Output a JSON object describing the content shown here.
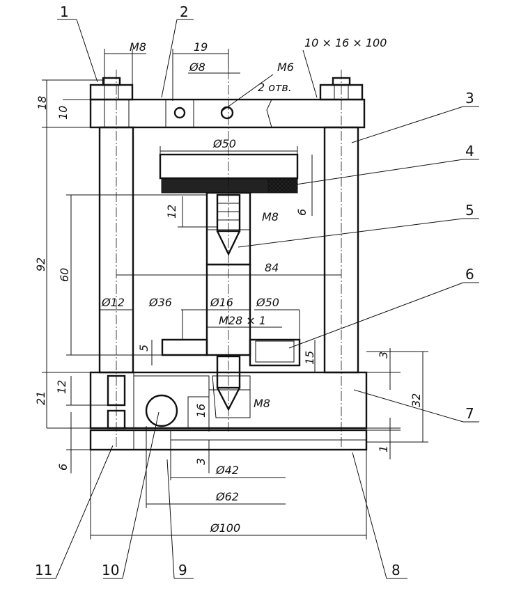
{
  "parts": [
    "1",
    "2",
    "3",
    "4",
    "5",
    "6",
    "7",
    "8",
    "9",
    "10",
    "11"
  ],
  "dimensions": {
    "thread_top": "M8",
    "d19": "19",
    "d8": "Ø8",
    "m6": "M6",
    "holes": "2 отв.",
    "bar": "10 × 16 × 100",
    "d18": "18",
    "d10": "10",
    "d50_top": "Ø50",
    "d12_left": "12",
    "thread_mid": "M8",
    "d6_right": "6",
    "d92": "92",
    "d60": "60",
    "d84": "84",
    "d12_dia": "Ø12",
    "d36": "Ø36",
    "d16_dia": "Ø16",
    "d50_low": "Ø50",
    "m28": "M28 × 1",
    "d5": "5",
    "d15": "15",
    "d3_right": "3",
    "d32": "32",
    "d12_low": "12",
    "d21": "21",
    "d16_v": "16",
    "thread_low": "M8",
    "d3_low": "3",
    "d1": "1",
    "d6_low": "6",
    "d42": "Ø42",
    "d62": "Ø62",
    "d100": "Ø100"
  }
}
